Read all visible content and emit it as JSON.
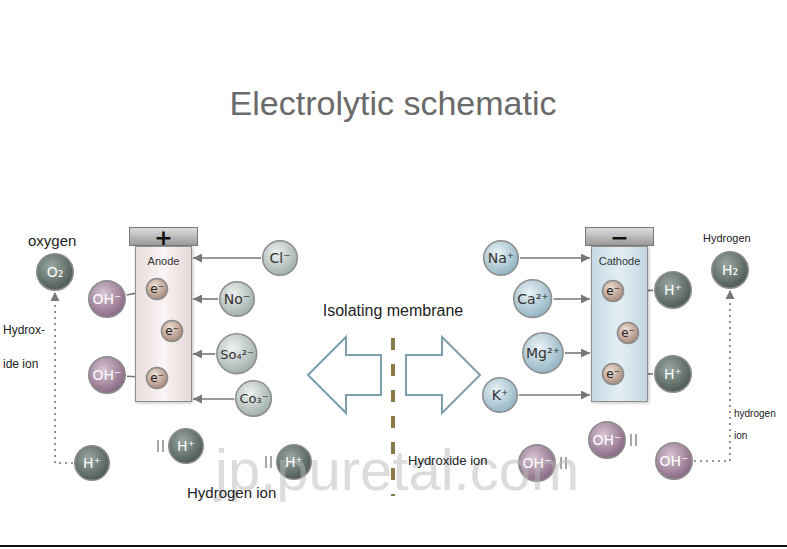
{
  "diagram": {
    "title": "Electrolytic schematic",
    "nodes": [
      {
        "text": [
          "O₂"
        ]
      },
      {
        "text": [
          "+",
          "Anode"
        ]
      },
      {
        "text": [
          "e⁻"
        ],
        "in": 1
      },
      {
        "text": [
          "e⁻"
        ],
        "in": 1
      },
      {
        "text": [
          "e⁻"
        ],
        "in": 1
      },
      {
        "text": [
          "OH⁻"
        ]
      },
      {
        "text": [
          "OH⁻"
        ]
      },
      {
        "text": [
          "Cl⁻"
        ]
      },
      {
        "text": [
          "No⁻"
        ]
      },
      {
        "text": [
          "So₄²⁻"
        ]
      },
      {
        "text": [
          "Co₃⁻"
        ]
      },
      {
        "text": [
          "Na⁺"
        ]
      },
      {
        "text": [
          "Ca²⁺"
        ]
      },
      {
        "text": [
          "Mg²⁺"
        ]
      },
      {
        "text": [
          "K⁺"
        ]
      },
      {
        "text": [
          "−",
          "Cathode"
        ]
      },
      {
        "text": [
          "e⁻"
        ],
        "in": 15
      },
      {
        "text": [
          "e⁻"
        ],
        "in": 15
      },
      {
        "text": [
          "e⁻"
        ],
        "in": 15
      },
      {
        "text": [
          "H₂"
        ]
      },
      {
        "text": [
          "H⁺"
        ]
      },
      {
        "text": [
          "H⁺"
        ]
      },
      {
        "text": [
          "H⁺"
        ]
      },
      {
        "text": [
          "H⁺"
        ]
      },
      {
        "text": [
          "H⁺"
        ]
      },
      {
        "text": [
          "OH⁻"
        ]
      },
      {
        "text": [
          "OH⁻"
        ]
      },
      {
        "text": [
          "OH⁻"
        ]
      }
    ],
    "edges": [
      {
        "from": 5,
        "to": 2,
        "arrow": "to"
      },
      {
        "from": 6,
        "to": 4,
        "arrow": "to"
      },
      {
        "from": 7,
        "to": 1,
        "arrow": "to"
      },
      {
        "from": 8,
        "to": 1,
        "arrow": "to"
      },
      {
        "from": 9,
        "to": 1,
        "arrow": "to"
      },
      {
        "from": 10,
        "to": 1,
        "arrow": "to"
      },
      {
        "from": 11,
        "to": 15,
        "arrow": "to"
      },
      {
        "from": 12,
        "to": 15,
        "arrow": "to"
      },
      {
        "from": 13,
        "to": 15,
        "arrow": "to"
      },
      {
        "from": 14,
        "to": 15,
        "arrow": "to"
      },
      {
        "from": 20,
        "to": 16,
        "arrow": "to"
      },
      {
        "from": 21,
        "to": 18,
        "arrow": "to"
      },
      {
        "from": 22,
        "to": 0,
        "arrow": "to"
      },
      {
        "from": 27,
        "to": 19,
        "arrow": "to"
      }
    ],
    "labels": [
      "oxygen",
      "Hydrox- ide ion",
      "Isolating membrane",
      "Hydrogen ion",
      "Hydroxide ion",
      "Hydrogen",
      "hydrogen ion",
      "jp.puretal.com"
    ]
  }
}
